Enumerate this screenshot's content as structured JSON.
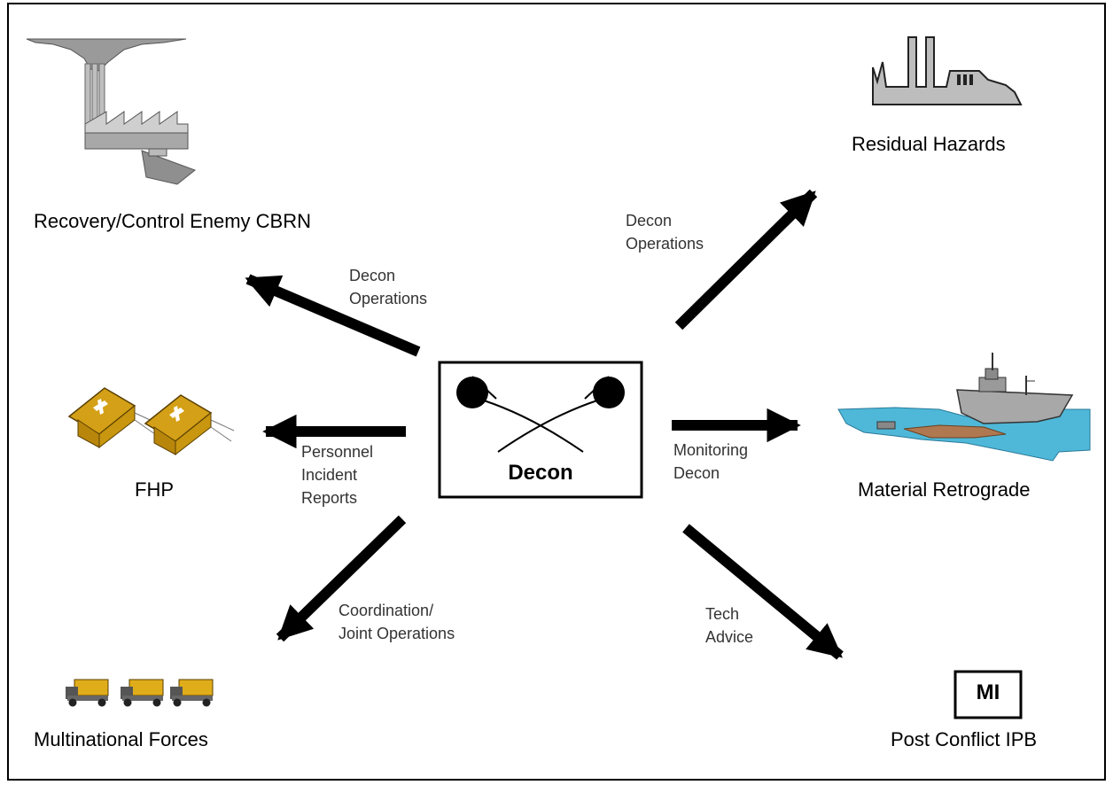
{
  "nodes": {
    "recovery": "Recovery/Control Enemy CBRN",
    "residual": "Residual Hazards",
    "fhp": "FHP",
    "material": "Material Retrograde",
    "multinational": "Multinational Forces",
    "post_conflict": "Post Conflict IPB"
  },
  "center": {
    "label": "Decon"
  },
  "edges": {
    "to_recovery": "Decon\nOperations",
    "to_residual": "Decon\nOperations",
    "to_fhp": "Personnel\nIncident\nReports",
    "to_material": "Monitoring\nDecon",
    "to_multinational": "Coordination/\nJoint Operations",
    "to_post_conflict": "Tech\nAdvice"
  },
  "mi_badge": "MI",
  "icons": {
    "recovery": "factory-icon",
    "residual": "ruined-factory-icon",
    "fhp": "medical-tent-icon",
    "material": "ship-icon",
    "multinational": "truck-icon",
    "post_conflict": "mi-box-icon",
    "center": "decon-symbol-icon"
  }
}
